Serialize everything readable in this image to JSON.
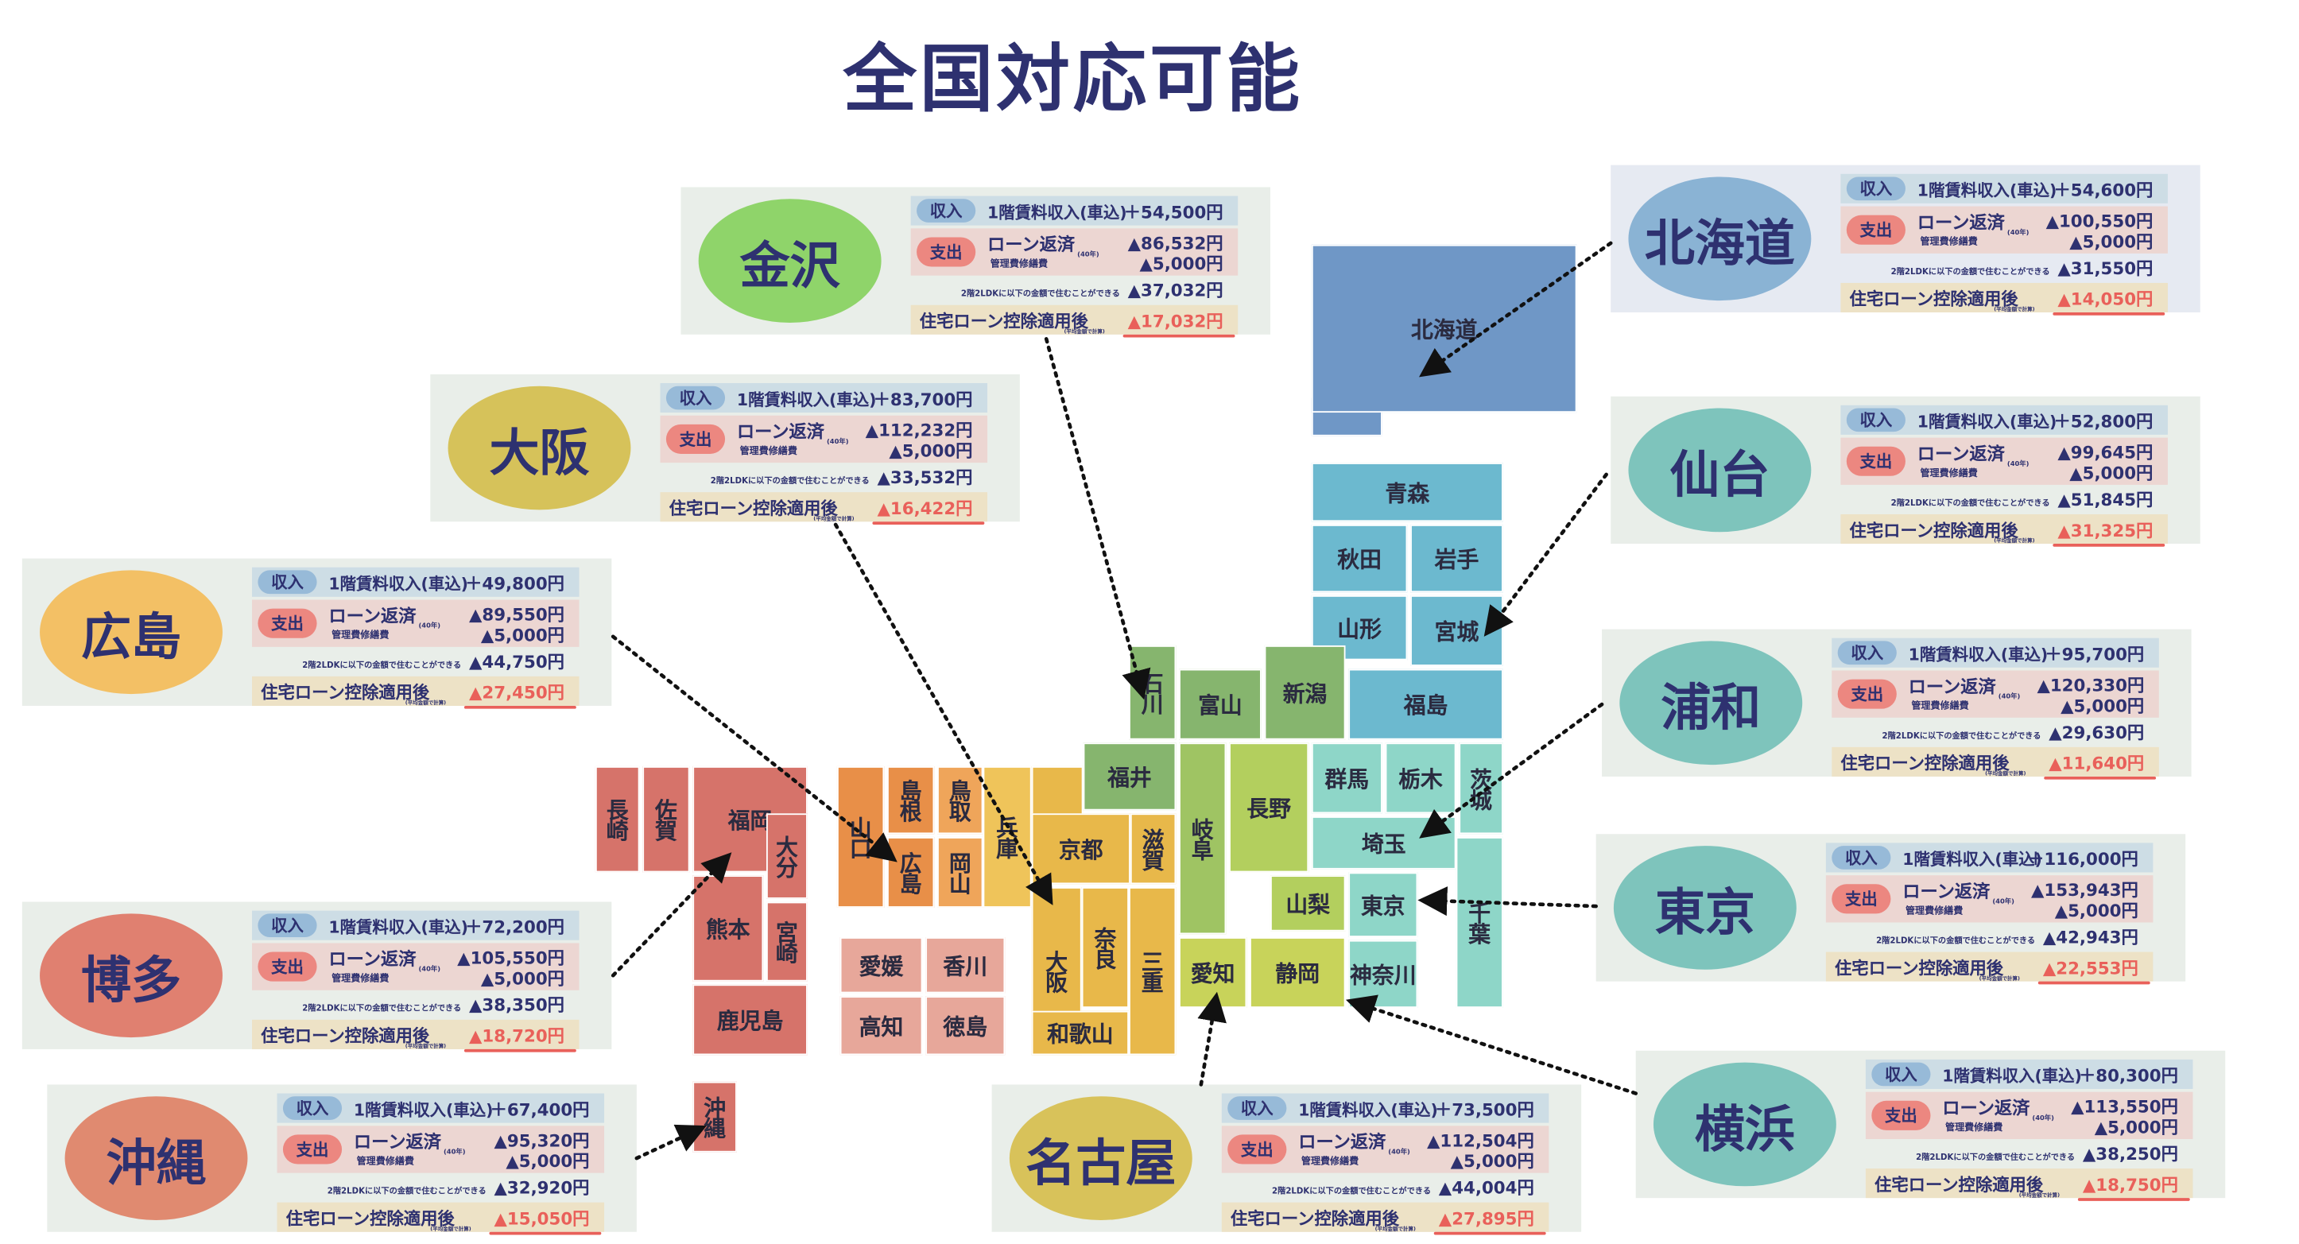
{
  "title": "全国対応可能",
  "labels": {
    "income_badge": "収入",
    "income_label": "1階賃料収入(車込)",
    "expense_badge": "支出",
    "loan_label": "ローン返済",
    "loan_years": "(40年)",
    "management_label": "管理費修繕費",
    "ldk_note": "2階2LDKに以下の金額で住むことができる",
    "final_label": "住宅ローン控除適用後",
    "avg_note": "(平均金額で計算)"
  },
  "colors": {
    "navy": "#2e3170",
    "red": "#e9605a"
  },
  "cards": [
    {
      "city": "金沢",
      "income": "＋54,500円",
      "loan": "▲86,532円",
      "management": "▲5,000円",
      "net": "▲37,032円",
      "after_deduction": "▲17,032円",
      "color": "#8fd46a"
    },
    {
      "city": "北海道",
      "income": "＋54,600円",
      "loan": "▲100,550円",
      "management": "▲5,000円",
      "net": "▲31,550円",
      "after_deduction": "▲14,050円",
      "color": "#8ab3d4"
    },
    {
      "city": "大阪",
      "income": "＋83,700円",
      "loan": "▲112,232円",
      "management": "▲5,000円",
      "net": "▲33,532円",
      "after_deduction": "▲16,422円",
      "color": "#d6c25a"
    },
    {
      "city": "仙台",
      "income": "＋52,800円",
      "loan": "▲99,645円",
      "management": "▲5,000円",
      "net": "▲51,845円",
      "after_deduction": "▲31,325円",
      "color": "#7ec4bc"
    },
    {
      "city": "広島",
      "income": "＋49,800円",
      "loan": "▲89,550円",
      "management": "▲5,000円",
      "net": "▲44,750円",
      "after_deduction": "▲27,450円",
      "color": "#f3c065"
    },
    {
      "city": "浦和",
      "income": "＋95,700円",
      "loan": "▲120,330円",
      "management": "▲5,000円",
      "net": "▲29,630円",
      "after_deduction": "▲11,640円",
      "color": "#7ec4bc"
    },
    {
      "city": "東京",
      "income": "＋116,000円",
      "loan": "▲153,943円",
      "management": "▲5,000円",
      "net": "▲42,943円",
      "after_deduction": "▲22,553円",
      "color": "#7ec4bc"
    },
    {
      "city": "博多",
      "income": "＋72,200円",
      "loan": "▲105,550円",
      "management": "▲5,000円",
      "net": "▲38,350円",
      "after_deduction": "▲18,720円",
      "color": "#e08070"
    },
    {
      "city": "沖縄",
      "income": "＋67,400円",
      "loan": "▲95,320円",
      "management": "▲5,000円",
      "net": "▲32,920円",
      "after_deduction": "▲15,050円",
      "color": "#e08a70"
    },
    {
      "city": "名古屋",
      "income": "＋73,500円",
      "loan": "▲112,504円",
      "management": "▲5,000円",
      "net": "▲44,004円",
      "after_deduction": "▲27,895円",
      "color": "#d8c25a"
    },
    {
      "city": "横浜",
      "income": "＋80,300円",
      "loan": "▲113,550円",
      "management": "▲5,000円",
      "net": "▲38,250円",
      "after_deduction": "▲18,750円",
      "color": "#7ec4bc"
    }
  ],
  "prefectures": [
    {
      "name": "北海道",
      "color": "#6f97c6"
    },
    {
      "name": "青森",
      "color": "#6cb9cf"
    },
    {
      "name": "秋田",
      "color": "#6cb9cf"
    },
    {
      "name": "岩手",
      "color": "#6cb9cf"
    },
    {
      "name": "山形",
      "color": "#6cb9cf"
    },
    {
      "name": "宮城",
      "color": "#6cb9cf"
    },
    {
      "name": "福島",
      "color": "#6cb9cf"
    },
    {
      "name": "群馬",
      "color": "#8ed6c8"
    },
    {
      "name": "栃木",
      "color": "#8ed6c8"
    },
    {
      "name": "茨城",
      "color": "#8ed6c8"
    },
    {
      "name": "埼玉",
      "color": "#8ed6c8"
    },
    {
      "name": "東京",
      "color": "#8ed6c8"
    },
    {
      "name": "千葉",
      "color": "#8ed6c8"
    },
    {
      "name": "神奈川",
      "color": "#8ed6c8"
    },
    {
      "name": "新潟",
      "color": "#86b56e"
    },
    {
      "name": "富山",
      "color": "#86b56e"
    },
    {
      "name": "石川",
      "color": "#86b56e"
    },
    {
      "name": "福井",
      "color": "#86b56e"
    },
    {
      "name": "岐阜",
      "color": "#9fc463"
    },
    {
      "name": "長野",
      "color": "#b3cf5e"
    },
    {
      "name": "山梨",
      "color": "#b3cf5e"
    },
    {
      "name": "愛知",
      "color": "#c8d35a"
    },
    {
      "name": "静岡",
      "color": "#c8d35a"
    },
    {
      "name": "京都",
      "color": "#e8b84a"
    },
    {
      "name": "滋賀",
      "color": "#e8b84a"
    },
    {
      "name": "兵庫",
      "color": "#efc45a"
    },
    {
      "name": "大阪",
      "color": "#e8b84a"
    },
    {
      "name": "奈良",
      "color": "#e8b84a"
    },
    {
      "name": "三重",
      "color": "#e8b84a"
    },
    {
      "name": "和歌山",
      "color": "#e8b84a"
    },
    {
      "name": "山口",
      "color": "#e88f48"
    },
    {
      "name": "島根",
      "color": "#e88f48"
    },
    {
      "name": "鳥取",
      "color": "#efa55a"
    },
    {
      "name": "広島",
      "color": "#e88f48"
    },
    {
      "name": "岡山",
      "color": "#efa55a"
    },
    {
      "name": "愛媛",
      "color": "#e7a79a"
    },
    {
      "name": "香川",
      "color": "#e7a79a"
    },
    {
      "name": "高知",
      "color": "#e7a79a"
    },
    {
      "name": "徳島",
      "color": "#e7a79a"
    },
    {
      "name": "長崎",
      "color": "#d6736a"
    },
    {
      "name": "佐賀",
      "color": "#d6736a"
    },
    {
      "name": "福岡",
      "color": "#d6736a"
    },
    {
      "name": "大分",
      "color": "#d6736a"
    },
    {
      "name": "熊本",
      "color": "#d6736a"
    },
    {
      "name": "宮崎",
      "color": "#d6736a"
    },
    {
      "name": "鹿児島",
      "color": "#d6736a"
    },
    {
      "name": "沖縄",
      "color": "#d6736a"
    }
  ]
}
